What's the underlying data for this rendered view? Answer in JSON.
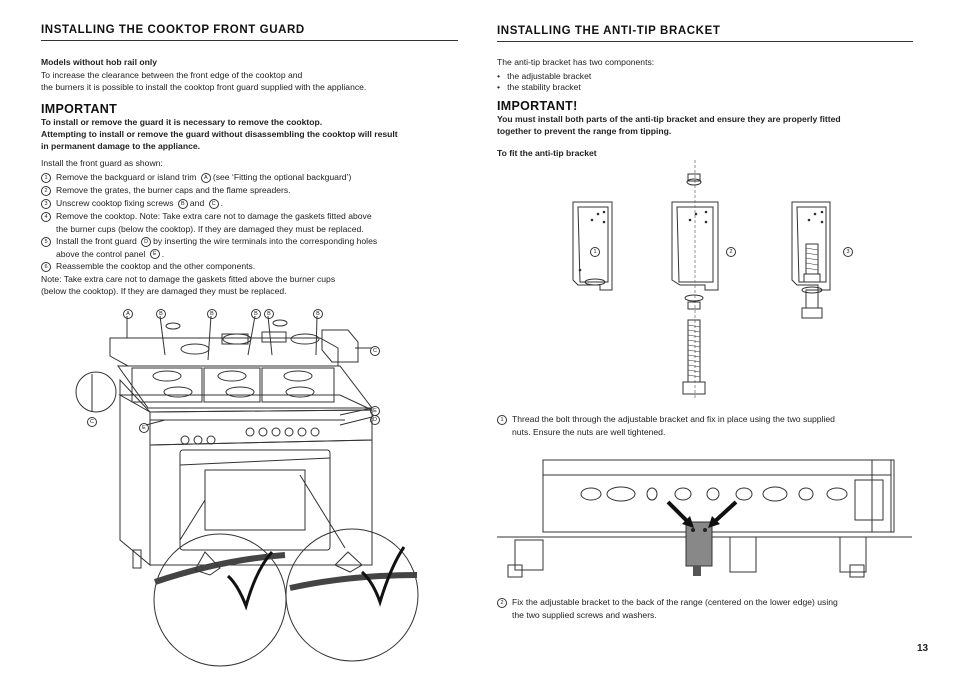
{
  "left": {
    "heading": "INSTALLING THE COOKTOP FRONT GUARD",
    "models_title": "Models without hob rail only",
    "intro_line1": "To increase the clearance between the front edge of the cooktop and",
    "intro_line2": "the burners it is possible to install the cooktop front guard supplied with the appliance.",
    "important_title": "IMPORTANT",
    "important_line1": "To install or remove the guard it is necessary to remove the cooktop.",
    "important_line2": "Attempting to install or remove the guard without disassembling the cooktop will result",
    "important_line3": "in permanent damage to the appliance.",
    "install_intro": "Install the front guard as shown:",
    "steps": [
      {
        "num": "1",
        "pre": "Remove the backguard or island trim",
        "ref": "A",
        "post": "(see ‘Fitting the optional backguard’)"
      },
      {
        "num": "2",
        "text": "Remove the grates, the burner caps and the flame spreaders."
      },
      {
        "num": "3",
        "pre": "Unscrew cooktop fixing screws",
        "ref1": "B",
        "mid": "and",
        "ref2": "C",
        "post": "."
      },
      {
        "num": "4",
        "line1": "Remove the cooktop. Note: Take extra care not to damage the gaskets fitted above",
        "line2": "the burner cups (below the cooktop). If they are damaged they must be replaced."
      },
      {
        "num": "5",
        "pre": "Install the front guard",
        "ref": "D",
        "post": "by inserting the wire terminals into the corresponding holes",
        "line2_pre": "above the control panel",
        "ref2": "E",
        "line2_post": "."
      },
      {
        "num": "6",
        "text": "Reassemble the cooktop and the other components."
      }
    ],
    "note_line1": "Note: Take extra care not to damage the gaskets fitted above the burner cups",
    "note_line2": "(below the cooktop). If they are damaged they must be replaced.",
    "callouts": [
      "A",
      "B",
      "B",
      "B",
      "B",
      "B",
      "C",
      "C",
      "E",
      "E",
      "D"
    ]
  },
  "right": {
    "heading": "INSTALLING THE ANTI-TIP BRACKET",
    "intro": "The anti-tip bracket has two components:",
    "bullets": [
      "the adjustable bracket",
      "the stability bracket"
    ],
    "important_title": "IMPORTANT!",
    "important_line1": "You must install both parts of the anti-tip bracket and ensure they are properly fitted",
    "important_line2": "together to prevent the range from tipping.",
    "to_fit": "To fit the anti-tip bracket",
    "fig_labels": [
      "1",
      "2",
      "3"
    ],
    "step1_num": "1",
    "step1_line1": "Thread the bolt through the adjustable bracket and fix in place using the two supplied",
    "step1_line2": "nuts. Ensure the nuts are well tightened.",
    "step2_num": "2",
    "step2_line1": "Fix the adjustable bracket to the back of the range (centered on the lower edge) using",
    "step2_line2": "the two supplied screws and washers."
  },
  "page_number": "13"
}
